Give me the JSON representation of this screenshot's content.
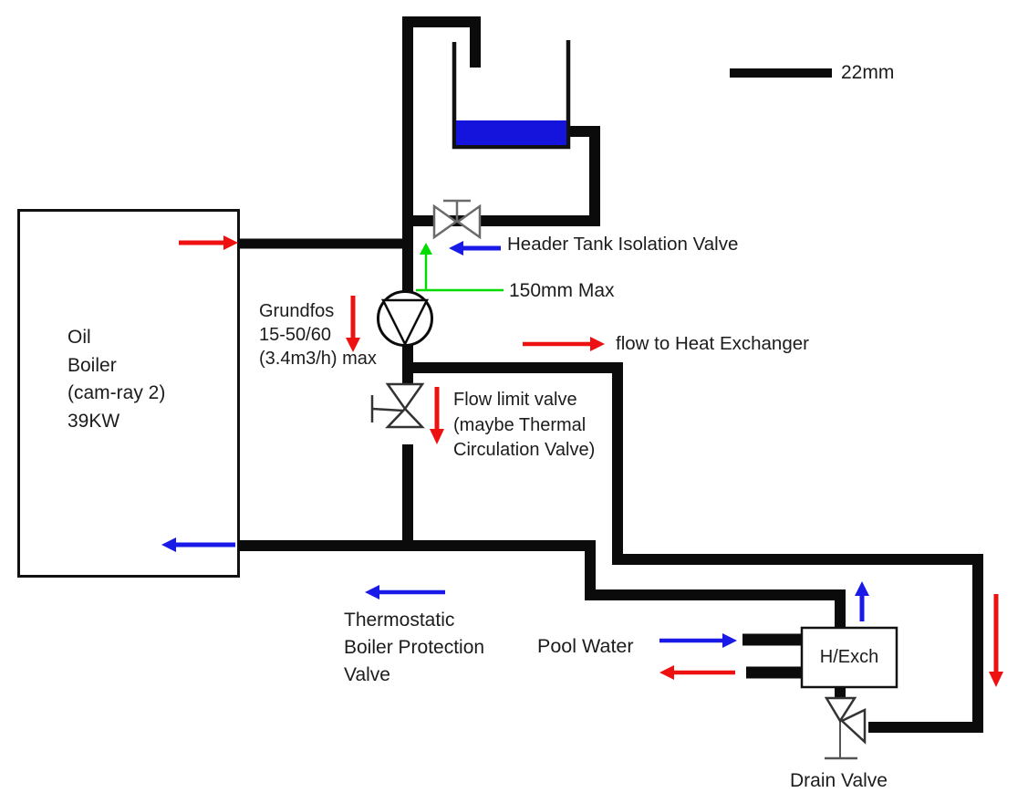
{
  "legend": {
    "pipe_size_label": "22mm"
  },
  "boiler": {
    "lines": [
      "Oil",
      "Boiler",
      "(cam-ray 2)",
      "39KW"
    ]
  },
  "pump_label": {
    "lines": [
      "Grundfos",
      "15-50/60",
      "(3.4m3/h) max"
    ]
  },
  "labels": {
    "header_tank_isolation_valve": "Header Tank Isolation Valve",
    "header_height_max": "150mm Max",
    "flow_to_heat_exchanger": "flow to Heat Exchanger",
    "flow_limit_valve": [
      "Flow limit valve",
      "(maybe Thermal",
      "Circulation Valve)"
    ],
    "thermostatic_valve": [
      "Thermostatic",
      "Boiler Protection",
      "Valve"
    ],
    "pool_water": "Pool Water",
    "heat_exchanger": "H/Exch",
    "drain_valve": "Drain Valve"
  },
  "colors": {
    "pipe": "#0b0b0b",
    "hot_flow_arrow_red": "#ee1111",
    "cool_flow_arrow_blue": "#1a1ae8",
    "measurement_green": "#00dc00",
    "tank_water_blue": "#1414dd",
    "isolation_valve_gray": "#6b6b6b",
    "text": "#1c1c1c"
  },
  "components": [
    "oil-boiler",
    "header-tank",
    "vent-pipe",
    "header-tank-isolation-valve",
    "circulation-pump",
    "flow-limit-valve",
    "heat-exchanger",
    "drain-valve",
    "pool-water-connections",
    "22mm-pipe-legend"
  ]
}
